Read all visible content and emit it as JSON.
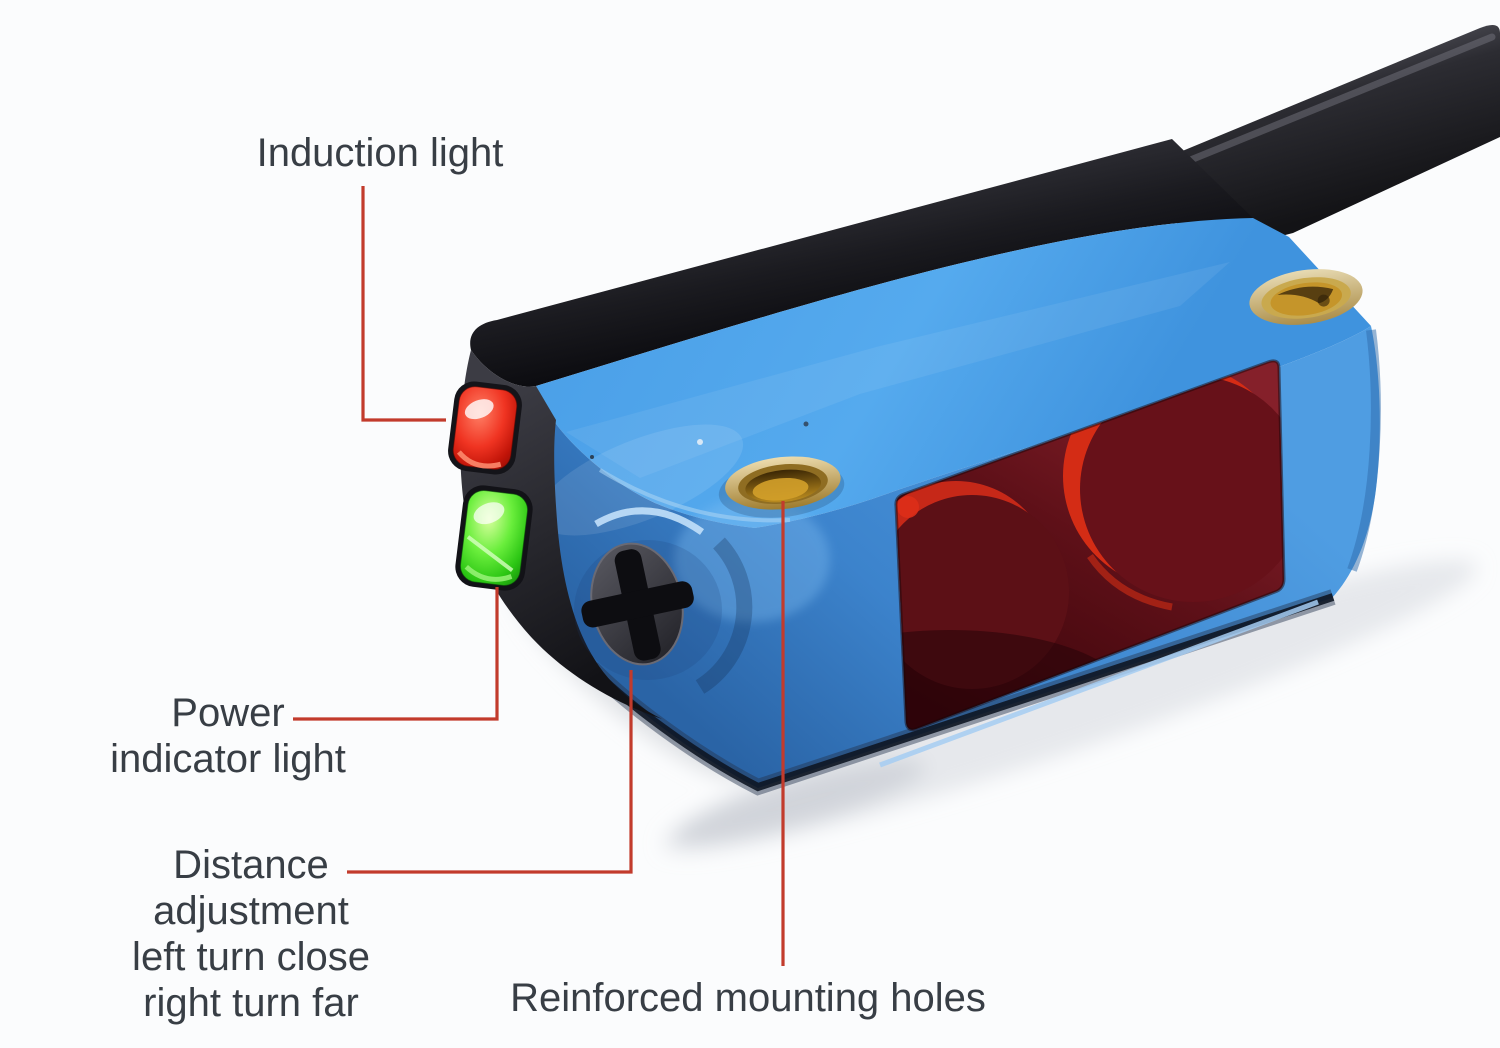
{
  "page": {
    "type": "product-callout-diagram",
    "background": "#fbfcfd"
  },
  "product": {
    "name": "photoelectric-sensor",
    "body_color": "#4fa2e6",
    "top_face_color": "#55a9ec",
    "front_face_color": "#3f88d0",
    "end_cap_color": "#1e1e24",
    "cable_color": "#2a2a2f",
    "lens_color": "#64121a",
    "screw_color": "#3c3c44",
    "mounting_hole_brass_color": "#c49a33",
    "induction_led_color": "#e8281c",
    "power_led_color": "#41d926"
  },
  "annotations": {
    "text_color": "#383e45",
    "leader_color": "#c23b2c",
    "induction": {
      "text": "Induction light"
    },
    "power": {
      "line1": "Power",
      "line2": "indicator light"
    },
    "distance": {
      "line1": "Distance",
      "line2": "adjustment",
      "line3": "left turn close",
      "line4": "right turn far"
    },
    "mounting": {
      "text": "Reinforced mounting holes"
    }
  }
}
